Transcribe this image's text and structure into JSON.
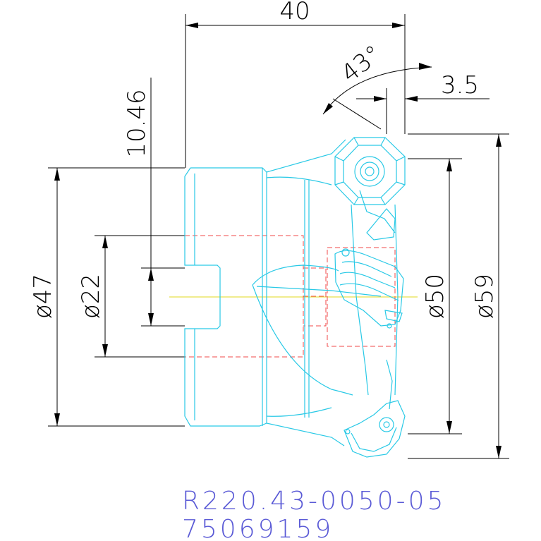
{
  "dimensions": {
    "width_40": "40",
    "angle_43": "43°",
    "offset_3_5": "3.5",
    "height_10_46": "10.46",
    "dia_47": "ø47",
    "dia_22": "ø22",
    "dia_50": "ø50",
    "dia_59": "ø59"
  },
  "part": {
    "code": "R220.43-0050-05",
    "number": "75069159"
  },
  "colors": {
    "outline": "#29c9e6",
    "hidden_lines": "#f0484a",
    "centerline": "#e8e04a",
    "text_code": "#5a5ad6"
  }
}
